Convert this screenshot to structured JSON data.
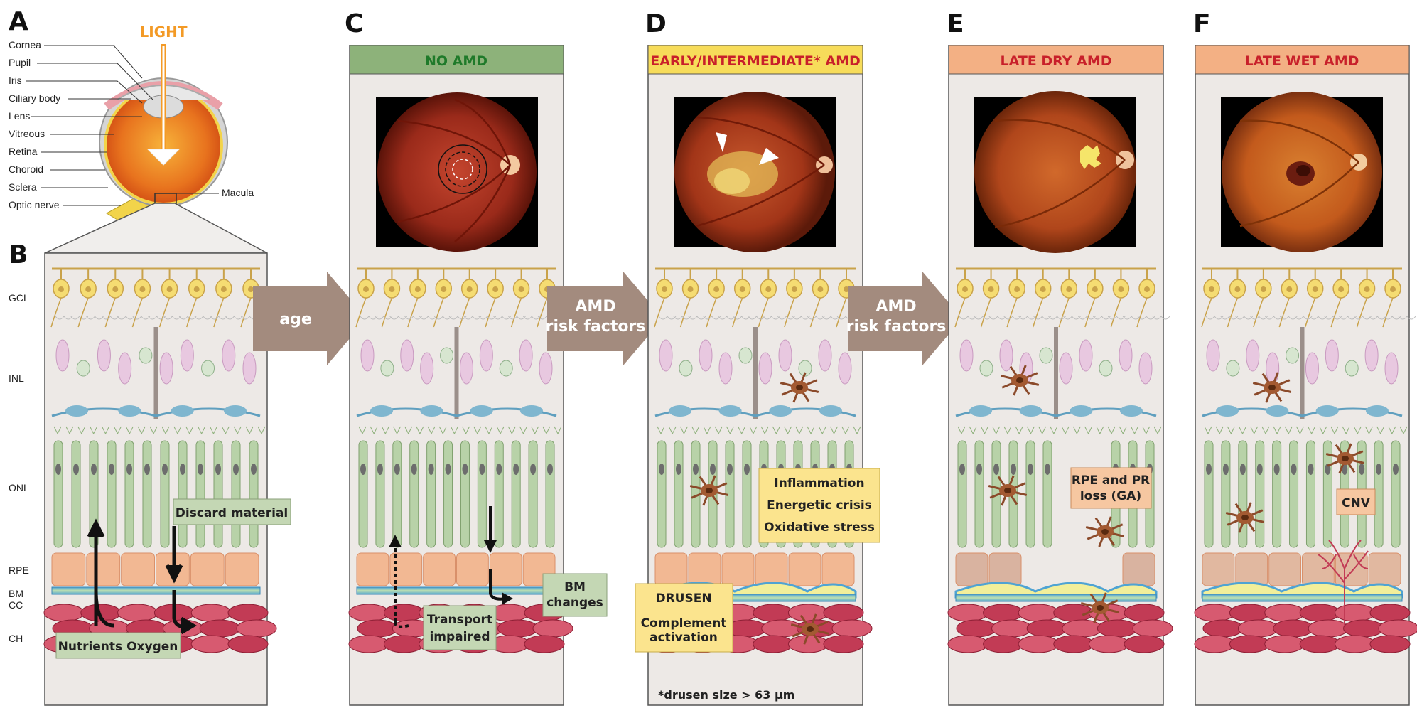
{
  "panels": {
    "a": "A",
    "b": "B",
    "c": "C",
    "d": "D",
    "e": "E",
    "f": "F"
  },
  "eye": {
    "light": "LIGHT",
    "labels": [
      "Cornea",
      "Pupil",
      "Iris",
      "Ciliary body",
      "Lens",
      "Vitreous",
      "Retina",
      "Choroid",
      "Sclera",
      "Optic nerve"
    ],
    "macula": "Macula"
  },
  "layers": {
    "gcl": "GCL",
    "inl": "INL",
    "onl": "ONL",
    "rpe": "RPE",
    "bm": "BM",
    "cc": "CC",
    "ch": "CH"
  },
  "panel_b": {
    "discard": "Discard material",
    "nutrients": "Nutrients Oxygen"
  },
  "arrows": {
    "age": "age",
    "risk1_line1": "AMD",
    "risk1_line2": "risk factors",
    "risk2_line1": "AMD",
    "risk2_line2": "risk factors"
  },
  "panel_c": {
    "header": "NO AMD",
    "header_color": "#8db27a",
    "header_text_color": "#1f7a2a",
    "transport_line1": "Transport",
    "transport_line2": "impaired",
    "bm_line1": "BM",
    "bm_line2": "changes"
  },
  "panel_d": {
    "header": "EARLY/INTERMEDIATE* AMD",
    "header_color": "#f7dc5a",
    "header_text_color": "#c8202a",
    "stress": [
      "Inflammation",
      "Energetic crisis",
      "Oxidative stress"
    ],
    "drusen": "DRUSEN",
    "complement_line1": "Complement",
    "complement_line2": "activation",
    "footnote": "*drusen size > 63 µm"
  },
  "panel_e": {
    "header": "LATE DRY AMD",
    "header_color": "#f3b084",
    "header_text_color": "#c8202a",
    "loss_line1": "RPE and PR",
    "loss_line2": "loss (GA)"
  },
  "panel_f": {
    "header": "LATE WET AMD",
    "header_color": "#f3b084",
    "header_text_color": "#c8202a",
    "cnv": "CNV"
  },
  "colors": {
    "panel_bg": "#ede9e6",
    "arrow": "#a38b7e",
    "green_box": "#c4d7b4",
    "yellow_box": "#fbe48e",
    "orange_box": "#f6c7a1",
    "light": "#f39a26"
  }
}
